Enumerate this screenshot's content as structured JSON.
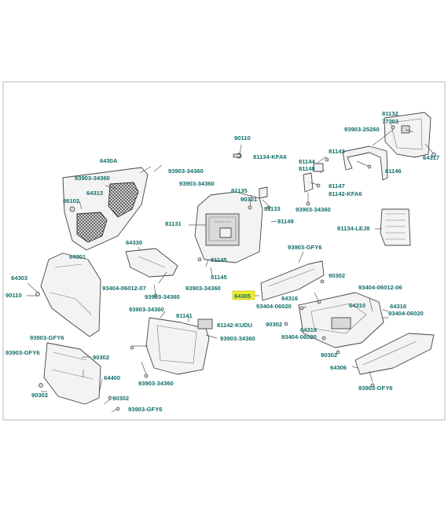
{
  "colors": {
    "label": "#0f6e6a",
    "highlight": "#f4ee2a",
    "line": "#444444"
  },
  "highlighted_part": "64305",
  "labels": {
    "p90110_top": "90110",
    "p81134_kfa6": "81134-KFA6",
    "p81132": "81132",
    "p77303": "77303",
    "p93903_25260": "93903-25260",
    "p64317": "64317",
    "p81143": "81143",
    "p81144": "81144",
    "p81148": "81148",
    "p81146": "81146",
    "p81147": "81147",
    "p81142_kfa6": "81142-KFA6",
    "p93903_34360_a": "93903-34360",
    "p6430a": "6430A",
    "p93903_34360_b": "93903-34360",
    "p93903_34360_c": "93903-34360",
    "p93903_34360_d": "93903-34360",
    "p81135": "81135",
    "p90301": "90301",
    "p81133": "81133",
    "p86102": "86102",
    "p64313": "64313",
    "p81149": "81149",
    "p81131": "81131",
    "p81134_lej8": "81134-LEJ8",
    "p64330": "64330",
    "p93903_gfy6_a": "93903-GFY6",
    "p64301": "64301",
    "p81145_a": "81145",
    "p81145_b": "81145",
    "p90302_a": "90302",
    "p93404_06012_06": "93404-06012-06",
    "p64303": "64303",
    "p90110_left": "90110",
    "p93404_06012_07": "93404-06012-07",
    "p93903_34360_e": "93903-34360",
    "p93903_34360_f": "93903-34360",
    "p64305": "64305",
    "p64316_a": "64316",
    "p64310": "64310",
    "p64316_b": "64316",
    "p93404_06020_a": "93404-06020",
    "p93404_06020_b": "93404-06020",
    "p93404_06020_c": "93404-06020",
    "p93903_34360_g": "93903-34360",
    "p81141": "81141",
    "p81142_kudu": "81142-KUDU",
    "p93903_34360_h": "93903-34360",
    "p90302_b": "90302",
    "p64316_c": "64316",
    "p93903_gfy6_b": "93903-GFY6",
    "p93903_gfy6_c": "93903-GFY6",
    "p90302_c": "90302",
    "p90302_d": "90302",
    "p64400": "64400",
    "p64306": "64306",
    "p93903_34360_i": "93903-34360",
    "p93903_gfy6_d": "93903-GFY6",
    "p90302_e": "90302",
    "p90302_f": "90302",
    "p93903_gfy6_e": "93903-GFY6"
  }
}
